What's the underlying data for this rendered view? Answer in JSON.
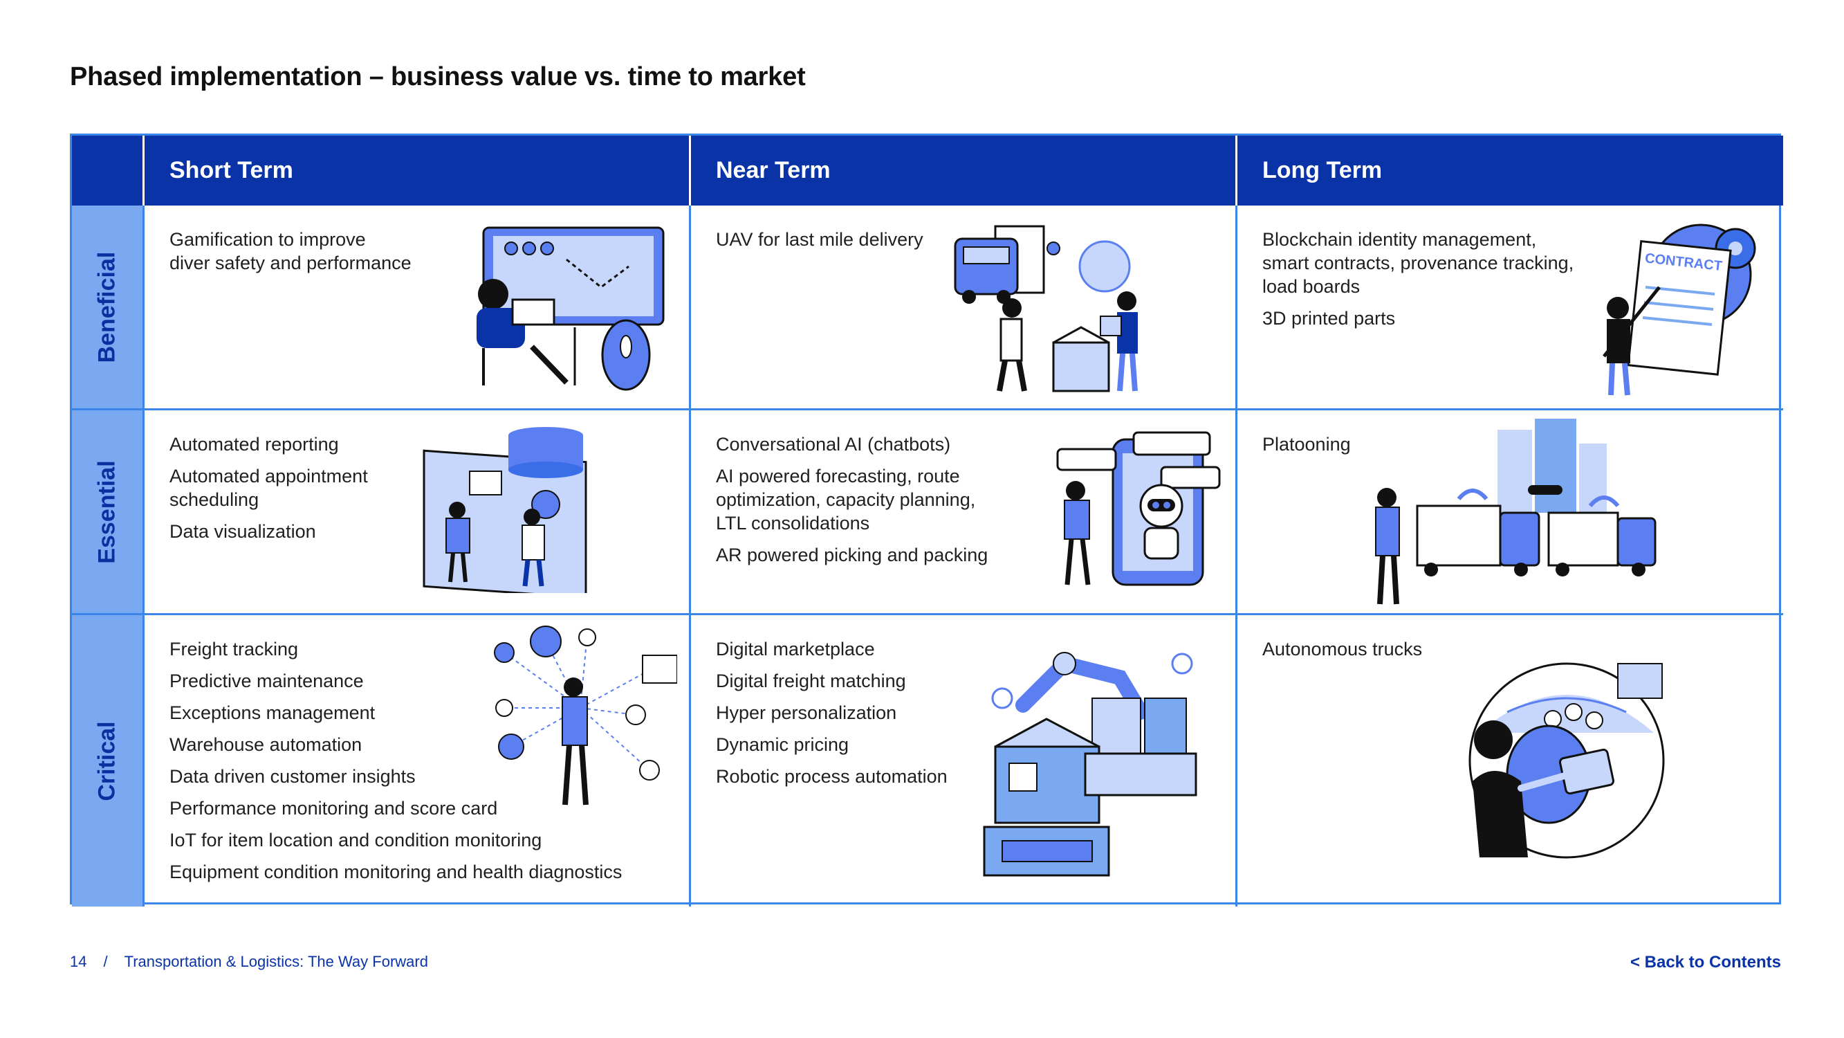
{
  "title": "Phased implementation – business value vs. time to market",
  "columns": [
    "Short Term",
    "Near Term",
    "Long Term"
  ],
  "rows": [
    {
      "label": "Beneficial",
      "cells": [
        {
          "items": [
            "Gamification to improve\ndiver safety and performance"
          ],
          "illustration": "gamer-at-desk-icon"
        },
        {
          "items": [
            "UAV for last mile delivery"
          ],
          "illustration": "delivery-workers-icon"
        },
        {
          "items": [
            "Blockchain identity management,\nsmart contracts, provenance tracking,\nload boards",
            "3D printed parts"
          ],
          "illustration": "contract-signing-icon"
        }
      ]
    },
    {
      "label": "Essential",
      "cells": [
        {
          "items": [
            "Automated reporting",
            "Automated appointment\nscheduling",
            "Data visualization"
          ],
          "illustration": "data-dashboard-icon"
        },
        {
          "items": [
            "Conversational AI (chatbots)",
            "AI powered forecasting, route\noptimization, capacity planning,\nLTL consolidations",
            "AR powered picking and packing"
          ],
          "illustration": "chatbot-icon"
        },
        {
          "items": [
            "Platooning"
          ],
          "illustration": "truck-platoon-icon"
        }
      ]
    },
    {
      "label": "Critical",
      "cells": [
        {
          "items": [
            "Freight tracking",
            "Predictive maintenance",
            "Exceptions management",
            "Warehouse automation",
            "Data driven customer insights",
            "Performance monitoring and score card",
            "IoT for item location and condition monitoring",
            "Equipment condition monitoring and health diagnostics"
          ],
          "illustration": "connected-network-icon"
        },
        {
          "items": [
            "Digital marketplace",
            "Digital freight matching",
            "Hyper personalization",
            "Dynamic pricing",
            "Robotic process automation"
          ],
          "illustration": "robotic-warehouse-icon"
        },
        {
          "items": [
            "Autonomous trucks"
          ],
          "illustration": "autonomous-cockpit-icon"
        }
      ]
    }
  ],
  "footer": {
    "page_number": "14",
    "separator": "/",
    "document_title": "Transportation & Logistics: The Way Forward",
    "back_link": "<  Back to Contents"
  },
  "colors": {
    "header_bg": "#0a33a8",
    "row_label_bg": "#7aa9f2",
    "border": "#3a86e8",
    "illustration_blue": "#5b7ff0",
    "illustration_light": "#c7d6fb"
  }
}
